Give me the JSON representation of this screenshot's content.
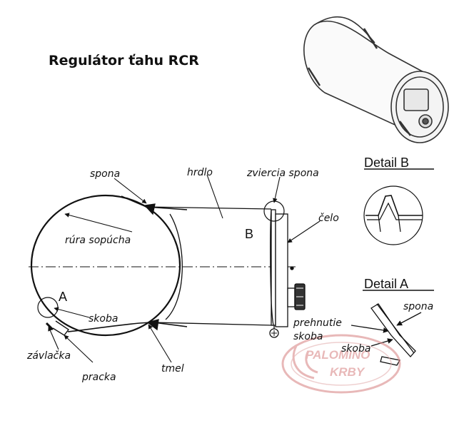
{
  "title": "Regulátor ťahu RCR",
  "labels": {
    "spona_top": "spona",
    "hrdlo": "hrdlo",
    "zviercia_spona": "zviercia spona",
    "celo": "čelo",
    "rura_sopucha": "rúra sopúcha",
    "skoba": "skoba",
    "zavlacka": "závlačka",
    "pracka": "pracka",
    "tmel": "tmel",
    "marker_a": "A",
    "marker_b": "B"
  },
  "detail_b": {
    "title": "Detail B"
  },
  "detail_a": {
    "title": "Detail A",
    "spona": "spona",
    "prehnutie_line1": "prehnutie",
    "prehnutie_line2": "skoba",
    "skoba": "skoba"
  },
  "watermark": {
    "line1": "PALOMINO",
    "line2": "KRBY",
    "color": "#d98a8a"
  }
}
